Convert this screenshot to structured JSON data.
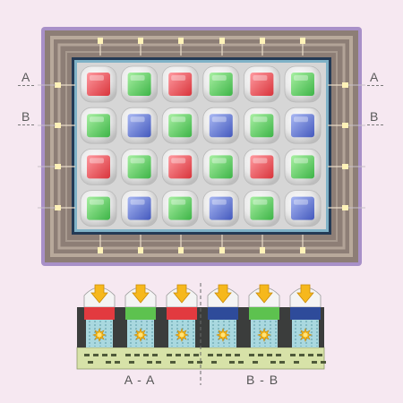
{
  "labels": {
    "left_a": "A",
    "left_b": "B",
    "right_a": "A",
    "right_b": "B",
    "section_aa": "A - A",
    "section_bb": "B - B"
  },
  "colors": {
    "background": "#f6e8f1",
    "frame_outer": "#a890c8",
    "frame_inner": "#8f7f76",
    "grid_background": "#d8d8d8",
    "red": "#e0474d",
    "green": "#55c85a",
    "blue": "#5a70cc",
    "arrow": "#f6b81c",
    "substrate": "#d7e2a8"
  },
  "pixel_grid": {
    "rows": [
      [
        "red",
        "green",
        "red",
        "green",
        "red",
        "green"
      ],
      [
        "green",
        "blue",
        "green",
        "blue",
        "green",
        "blue"
      ],
      [
        "red",
        "green",
        "red",
        "green",
        "red",
        "green"
      ],
      [
        "green",
        "blue",
        "green",
        "blue",
        "green",
        "blue"
      ]
    ]
  },
  "cross_section": {
    "aa_filters": [
      "red",
      "green",
      "red"
    ],
    "bb_filters": [
      "blue",
      "green",
      "blue"
    ]
  }
}
